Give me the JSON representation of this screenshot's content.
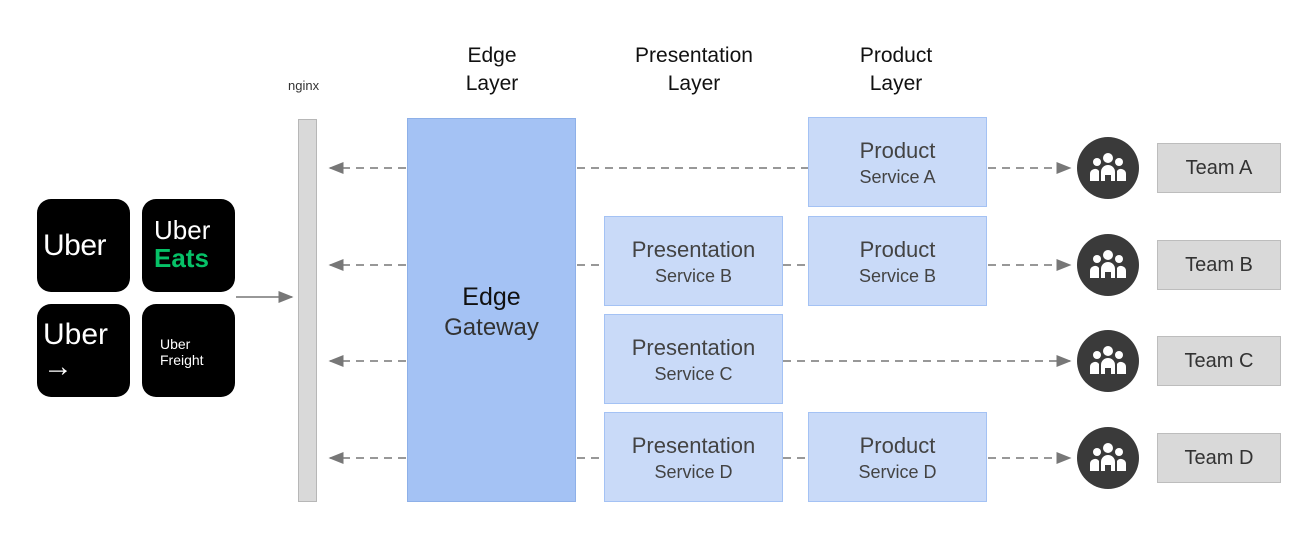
{
  "headers": {
    "nginx": "nginx",
    "edge_layer": [
      "Edge",
      "Layer"
    ],
    "presentation_layer": [
      "Presentation",
      "Layer"
    ],
    "product_layer": [
      "Product",
      "Layer"
    ]
  },
  "apps": {
    "uber": "Uber",
    "uber_eats": [
      "Uber",
      "Eats"
    ],
    "uber_arrow": [
      "Uber",
      "→"
    ],
    "uber_freight": [
      "Uber",
      "Freight"
    ]
  },
  "edge_gateway": [
    "Edge",
    "Gateway"
  ],
  "presentation_services": [
    [
      "Presentation",
      "Service B"
    ],
    [
      "Presentation",
      "Service C"
    ],
    [
      "Presentation",
      "Service D"
    ]
  ],
  "product_services": [
    [
      "Product",
      "Service A"
    ],
    [
      "Product",
      "Service B"
    ],
    [
      "Product",
      "Service D"
    ]
  ],
  "teams": [
    "Team A",
    "Team B",
    "Team C",
    "Team D"
  ],
  "icons": {
    "team": "team-icon"
  },
  "colors": {
    "edge_gateway": "#a4c2f4",
    "service_box": "#c9daf8",
    "team_box": "#d9d9d9",
    "nginx_bar": "#d9d9d9",
    "app_bg": "#000000",
    "eats_green": "#06c167"
  }
}
